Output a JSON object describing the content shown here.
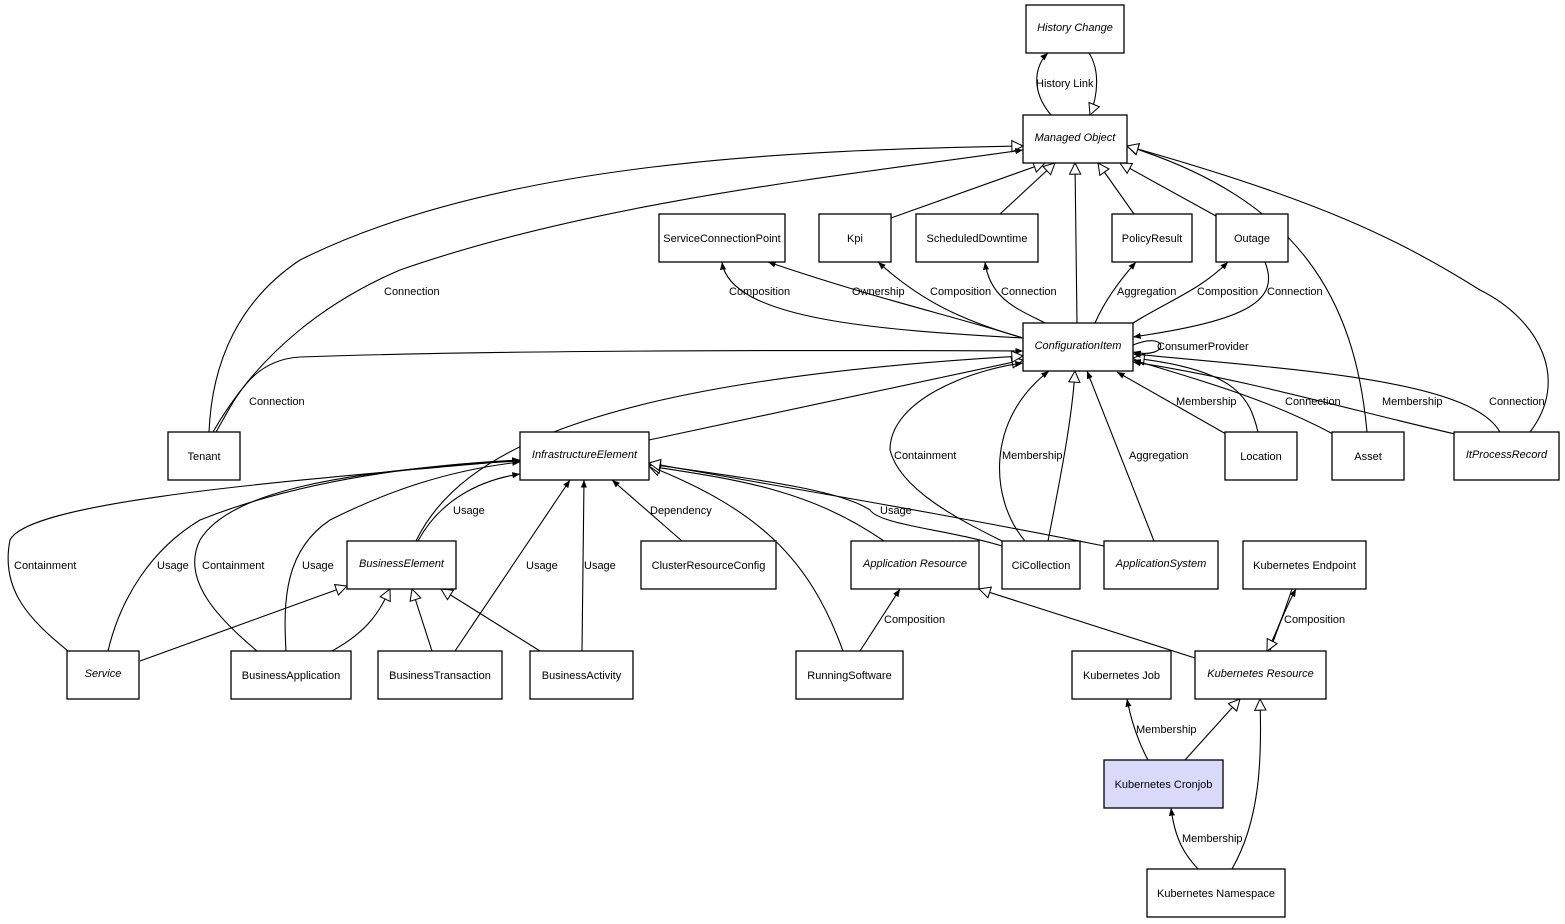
{
  "title": "Kubernetes Cronjob class relationship diagram",
  "colors": {
    "highlight_fill": "#d9d9f9",
    "stroke": "#000000",
    "background": "#ffffff"
  },
  "nodes": [
    {
      "id": "history_change",
      "label": "History Change",
      "abstract": true
    },
    {
      "id": "managed_object",
      "label": "Managed Object",
      "abstract": true
    },
    {
      "id": "service_connection_point",
      "label": "ServiceConnectionPoint",
      "abstract": false
    },
    {
      "id": "kpi",
      "label": "Kpi",
      "abstract": false
    },
    {
      "id": "scheduled_downtime",
      "label": "ScheduledDowntime",
      "abstract": false
    },
    {
      "id": "policy_result",
      "label": "PolicyResult",
      "abstract": false
    },
    {
      "id": "outage",
      "label": "Outage",
      "abstract": false
    },
    {
      "id": "configuration_item",
      "label": "ConfigurationItem",
      "abstract": true
    },
    {
      "id": "tenant",
      "label": "Tenant",
      "abstract": false
    },
    {
      "id": "infrastructure_element",
      "label": "InfrastructureElement",
      "abstract": true
    },
    {
      "id": "location",
      "label": "Location",
      "abstract": false
    },
    {
      "id": "asset",
      "label": "Asset",
      "abstract": false
    },
    {
      "id": "it_process_record",
      "label": "ItProcessRecord",
      "abstract": true
    },
    {
      "id": "business_element",
      "label": "BusinessElement",
      "abstract": true
    },
    {
      "id": "cluster_resource_config",
      "label": "ClusterResourceConfig",
      "abstract": false
    },
    {
      "id": "application_resource",
      "label": "Application Resource",
      "abstract": true
    },
    {
      "id": "ci_collection",
      "label": "CiCollection",
      "abstract": false
    },
    {
      "id": "application_system",
      "label": "ApplicationSystem",
      "abstract": true
    },
    {
      "id": "kubernetes_endpoint",
      "label": "Kubernetes Endpoint",
      "abstract": false
    },
    {
      "id": "service",
      "label": "Service",
      "abstract": true
    },
    {
      "id": "business_application",
      "label": "BusinessApplication",
      "abstract": false
    },
    {
      "id": "business_transaction",
      "label": "BusinessTransaction",
      "abstract": false
    },
    {
      "id": "business_activity",
      "label": "BusinessActivity",
      "abstract": false
    },
    {
      "id": "running_software",
      "label": "RunningSoftware",
      "abstract": false
    },
    {
      "id": "kubernetes_job",
      "label": "Kubernetes Job",
      "abstract": false
    },
    {
      "id": "kubernetes_resource",
      "label": "Kubernetes Resource",
      "abstract": true
    },
    {
      "id": "kubernetes_cronjob",
      "label": "Kubernetes Cronjob",
      "abstract": false,
      "highlight": true
    },
    {
      "id": "kubernetes_namespace",
      "label": "Kubernetes Namespace",
      "abstract": false
    }
  ],
  "edges": [
    {
      "from": "managed_object",
      "to": "history_change",
      "kind": "association",
      "label": "History Link"
    },
    {
      "from": "history_change",
      "to": "managed_object",
      "kind": "inheritance",
      "label": ""
    },
    {
      "from": "tenant",
      "to": "managed_object",
      "kind": "inheritance",
      "label": ""
    },
    {
      "from": "tenant",
      "to": "managed_object",
      "kind": "association",
      "label": "Connection"
    },
    {
      "from": "kpi",
      "to": "managed_object",
      "kind": "inheritance",
      "label": ""
    },
    {
      "from": "scheduled_downtime",
      "to": "managed_object",
      "kind": "inheritance",
      "label": ""
    },
    {
      "from": "configuration_item",
      "to": "managed_object",
      "kind": "inheritance",
      "label": ""
    },
    {
      "from": "policy_result",
      "to": "managed_object",
      "kind": "inheritance",
      "label": ""
    },
    {
      "from": "outage",
      "to": "managed_object",
      "kind": "inheritance",
      "label": ""
    },
    {
      "from": "asset",
      "to": "managed_object",
      "kind": "inheritance",
      "label": ""
    },
    {
      "from": "it_process_record",
      "to": "managed_object",
      "kind": "inheritance",
      "label": ""
    },
    {
      "from": "configuration_item",
      "to": "service_connection_point",
      "kind": "association",
      "label": "Composition"
    },
    {
      "from": "configuration_item",
      "to": "service_connection_point",
      "kind": "association",
      "label": "Ownership"
    },
    {
      "from": "configuration_item",
      "to": "kpi",
      "kind": "association",
      "label": "Composition"
    },
    {
      "from": "configuration_item",
      "to": "scheduled_downtime",
      "kind": "association",
      "label": "Connection"
    },
    {
      "from": "configuration_item",
      "to": "policy_result",
      "kind": "association",
      "label": "Aggregation"
    },
    {
      "from": "configuration_item",
      "to": "outage",
      "kind": "association",
      "label": "Composition"
    },
    {
      "from": "outage",
      "to": "configuration_item",
      "kind": "association",
      "label": "Connection"
    },
    {
      "from": "configuration_item",
      "to": "configuration_item",
      "kind": "association",
      "label": "ConsumerProvider"
    },
    {
      "from": "tenant",
      "to": "configuration_item",
      "kind": "association",
      "label": "Connection"
    },
    {
      "from": "infrastructure_element",
      "to": "configuration_item",
      "kind": "inheritance",
      "label": ""
    },
    {
      "from": "business_element",
      "to": "configuration_item",
      "kind": "inheritance",
      "label": ""
    },
    {
      "from": "location",
      "to": "configuration_item",
      "kind": "association",
      "label": "Membership"
    },
    {
      "from": "location",
      "to": "configuration_item",
      "kind": "inheritance",
      "label": ""
    },
    {
      "from": "asset",
      "to": "configuration_item",
      "kind": "association",
      "label": "Connection"
    },
    {
      "from": "it_process_record",
      "to": "configuration_item",
      "kind": "association",
      "label": "Membership"
    },
    {
      "from": "it_process_record",
      "to": "configuration_item",
      "kind": "association",
      "label": "Connection"
    },
    {
      "from": "ci_collection",
      "to": "configuration_item",
      "kind": "association",
      "label": "Containment"
    },
    {
      "from": "ci_collection",
      "to": "configuration_item",
      "kind": "association",
      "label": "Membership"
    },
    {
      "from": "ci_collection",
      "to": "configuration_item",
      "kind": "inheritance",
      "label": ""
    },
    {
      "from": "application_system",
      "to": "configuration_item",
      "kind": "association",
      "label": "Aggregation"
    },
    {
      "from": "service",
      "to": "infrastructure_element",
      "kind": "association",
      "label": "Containment"
    },
    {
      "from": "service",
      "to": "infrastructure_element",
      "kind": "association",
      "label": "Usage"
    },
    {
      "from": "business_application",
      "to": "infrastructure_element",
      "kind": "association",
      "label": "Containment"
    },
    {
      "from": "business_application",
      "to": "infrastructure_element",
      "kind": "association",
      "label": "Usage"
    },
    {
      "from": "business_element",
      "to": "infrastructure_element",
      "kind": "association",
      "label": "Usage"
    },
    {
      "from": "business_transaction",
      "to": "infrastructure_element",
      "kind": "association",
      "label": "Usage"
    },
    {
      "from": "business_activity",
      "to": "infrastructure_element",
      "kind": "association",
      "label": "Usage"
    },
    {
      "from": "cluster_resource_config",
      "to": "infrastructure_element",
      "kind": "association",
      "label": "Dependency"
    },
    {
      "from": "running_software",
      "to": "infrastructure_element",
      "kind": "inheritance",
      "label": ""
    },
    {
      "from": "application_resource",
      "to": "infrastructure_element",
      "kind": "inheritance",
      "label": ""
    },
    {
      "from": "ci_collection",
      "to": "infrastructure_element",
      "kind": "association",
      "label": "Usage"
    },
    {
      "from": "application_system",
      "to": "infrastructure_element",
      "kind": "inheritance",
      "label": ""
    },
    {
      "from": "service",
      "to": "business_element",
      "kind": "inheritance",
      "label": ""
    },
    {
      "from": "business_application",
      "to": "business_element",
      "kind": "inheritance",
      "label": ""
    },
    {
      "from": "business_transaction",
      "to": "business_element",
      "kind": "inheritance",
      "label": ""
    },
    {
      "from": "business_activity",
      "to": "business_element",
      "kind": "inheritance",
      "label": ""
    },
    {
      "from": "running_software",
      "to": "application_resource",
      "kind": "association",
      "label": "Composition"
    },
    {
      "from": "kubernetes_resource",
      "to": "application_resource",
      "kind": "inheritance",
      "label": ""
    },
    {
      "from": "kubernetes_resource",
      "to": "kubernetes_endpoint",
      "kind": "association",
      "label": "Composition"
    },
    {
      "from": "kubernetes_endpoint",
      "to": "kubernetes_resource",
      "kind": "inheritance",
      "label": ""
    },
    {
      "from": "kubernetes_cronjob",
      "to": "kubernetes_job",
      "kind": "association",
      "label": "Membership"
    },
    {
      "from": "kubernetes_cronjob",
      "to": "kubernetes_resource",
      "kind": "inheritance",
      "label": ""
    },
    {
      "from": "kubernetes_namespace",
      "to": "kubernetes_cronjob",
      "kind": "association",
      "label": "Membership"
    },
    {
      "from": "kubernetes_namespace",
      "to": "kubernetes_resource",
      "kind": "inheritance",
      "label": ""
    }
  ]
}
